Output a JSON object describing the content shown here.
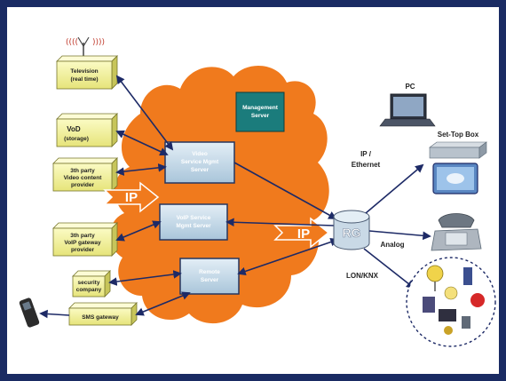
{
  "left_boxes": [
    {
      "line1": "Television",
      "line2": "(real time)",
      "line3": ""
    },
    {
      "line1": "VoD",
      "line2": "(storage)",
      "line3": ""
    },
    {
      "line1": "3th party",
      "line2": "Video content",
      "line3": "provider"
    },
    {
      "line1": "3th party",
      "line2": "VoIP gateway",
      "line3": "provider"
    },
    {
      "line1": "security",
      "line2": "company",
      "line3": ""
    },
    {
      "line1": "SMS gateway",
      "line2": "",
      "line3": ""
    }
  ],
  "cloud_boxes": {
    "management": {
      "line1": "Management",
      "line2": "Server"
    },
    "box1": {
      "line1": "Video",
      "line2": "Service Mgmt",
      "line3": "Server"
    },
    "box2": {
      "line1": "VoIP Service",
      "line2": "Mgmt Server"
    },
    "box3": {
      "line1": "Remote",
      "line2": "Server"
    }
  },
  "ip_arrows": [
    "IP",
    "IP"
  ],
  "rg_label": "RG",
  "right_labels": {
    "pc": "PC",
    "set_top_box": "Set-Top Box",
    "ip_ethernet_1": "IP /",
    "ip_ethernet_2": "Ethernet",
    "analog": "Analog",
    "lon_knx": "LON/KNX"
  },
  "colors": {
    "frame": "#1a2b63",
    "cloud": "#f07a1d",
    "box_yellow": "#f2f19a",
    "box_blue": "#c6dbe9",
    "arrow_navy": "#1d2a66"
  }
}
